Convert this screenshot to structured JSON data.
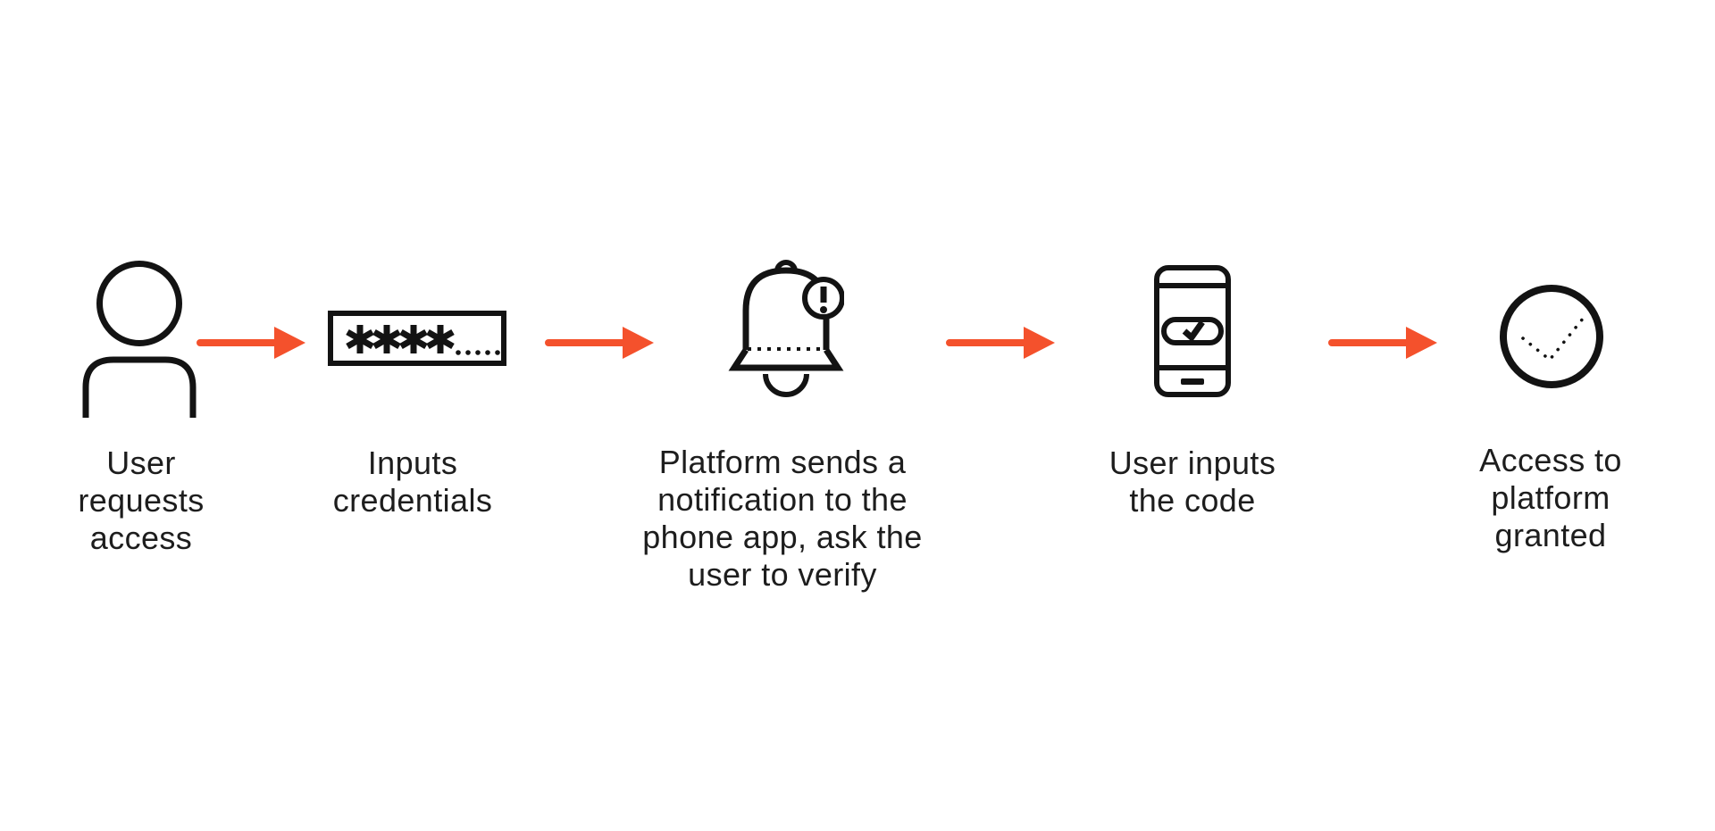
{
  "diagram": {
    "colors": {
      "arrow": "#F4512C",
      "ink": "#131313",
      "text": "#1D1D1D",
      "background": "#FFFFFF"
    },
    "password_field": {
      "mask": "****",
      "dots": "....."
    },
    "notification_badge": {
      "glyph": "!"
    },
    "steps": [
      {
        "icon": "user-icon",
        "label": "User\nrequests\naccess"
      },
      {
        "icon": "password-field-icon",
        "label": "Inputs\ncredentials"
      },
      {
        "icon": "notification-bell-icon",
        "label": "Platform sends a\nnotification to the\nphone app, ask the\nuser to verify"
      },
      {
        "icon": "phone-code-icon",
        "label": "User inputs\nthe code"
      },
      {
        "icon": "access-granted-icon",
        "label": "Access to\nplatform\ngranted"
      }
    ],
    "arrow_count": 4
  }
}
